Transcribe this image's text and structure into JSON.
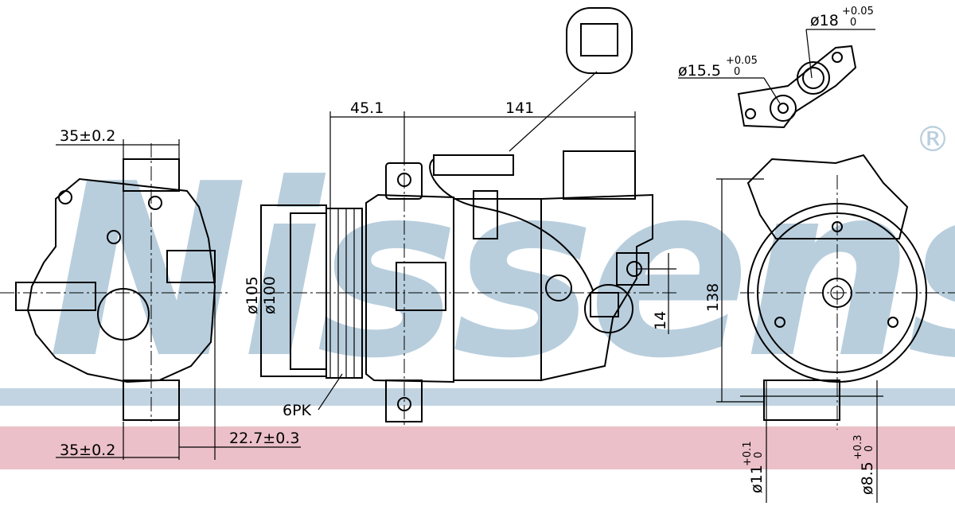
{
  "watermark": {
    "brand": "Nissens",
    "registered_mark": "®"
  },
  "colors": {
    "watermark_blue": "#b8cedd",
    "band_blue": "#c2d4e2",
    "band_pink": "#ebc0c8",
    "line": "#000000"
  },
  "dimensions": {
    "left_top_width": "35±0.2",
    "left_bottom_width": "35±0.2",
    "left_offset": "22.7±0.3",
    "pulley_outer_dia": "ø105",
    "pulley_inner_dia": "ø100",
    "pulley_depth": "45.1",
    "body_length": "141",
    "belt_type": "6PK",
    "mount_offset": "14",
    "height": "138",
    "port_large": {
      "base": "ø18",
      "upper": "+0.05",
      "lower": "0"
    },
    "port_small": {
      "base": "ø15.5",
      "upper": "+0.05",
      "lower": "0"
    },
    "hole_large": {
      "base": "ø11",
      "upper": "+0.1",
      "lower": "0"
    },
    "hole_small": {
      "base": "ø8.5",
      "upper": "+0.3",
      "lower": "0"
    }
  }
}
